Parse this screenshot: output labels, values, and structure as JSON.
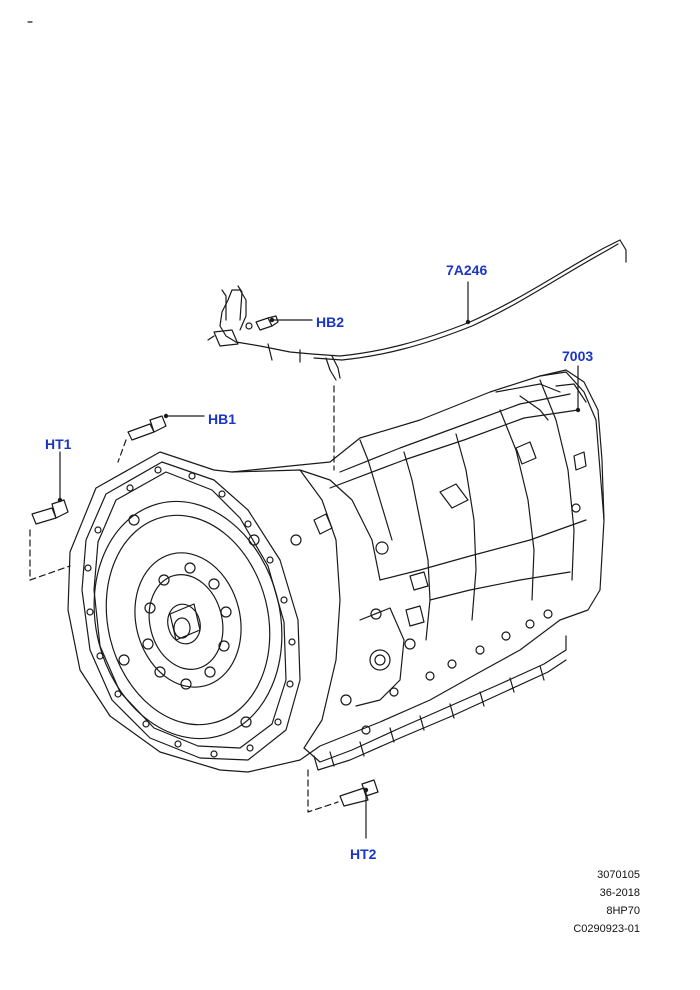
{
  "callouts": {
    "part_7a246": "7A246",
    "part_hb2": "HB2",
    "part_7003": "7003",
    "part_hb1": "HB1",
    "part_ht1": "HT1",
    "part_ht2": "HT2"
  },
  "reference": {
    "line1": "3070105",
    "line2": "36-2018",
    "line3": "8HP70",
    "line4": "C0290923-01"
  },
  "colors": {
    "callout": "#1a36c8",
    "linework": "#1a1a1a"
  },
  "icons": {
    "leader": "leader-line",
    "dot": "callout-dot"
  }
}
